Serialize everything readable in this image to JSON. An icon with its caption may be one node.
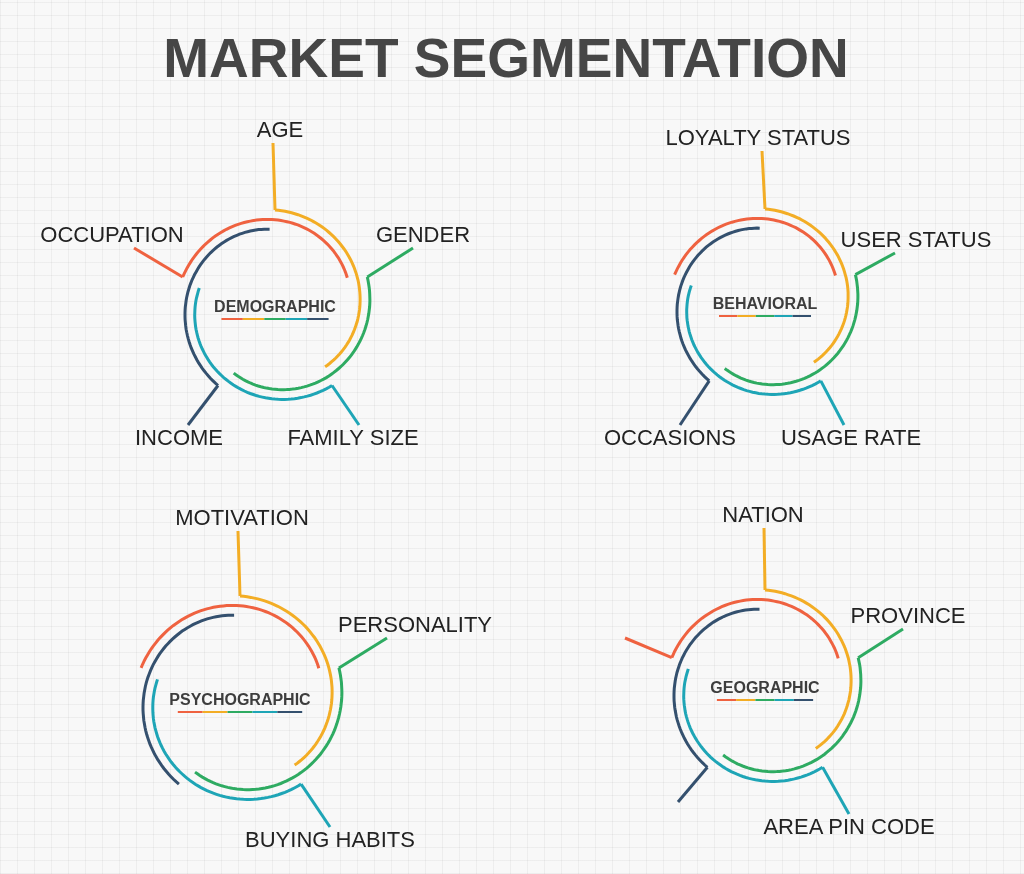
{
  "diagram": {
    "title": "MARKET SEGMENTATION",
    "nodes": [
      {
        "text": [
          "DEMOGRAPHIC"
        ]
      },
      {
        "text": [
          "AGE"
        ]
      },
      {
        "text": [
          "OCCUPATION"
        ]
      },
      {
        "text": [
          "GENDER"
        ]
      },
      {
        "text": [
          "INCOME"
        ]
      },
      {
        "text": [
          "FAMILY SIZE"
        ]
      },
      {
        "text": [
          "BEHAVIORAL"
        ]
      },
      {
        "text": [
          "LOYALTY STATUS"
        ]
      },
      {
        "text": [
          "USER STATUS"
        ]
      },
      {
        "text": [
          "OCCASIONS"
        ]
      },
      {
        "text": [
          "USAGE RATE"
        ]
      },
      {
        "text": [
          "PSYCHOGRAPHIC"
        ]
      },
      {
        "text": [
          "MOTIVATION"
        ]
      },
      {
        "text": [
          "PERSONALITY"
        ]
      },
      {
        "text": [
          "BUYING HABITS"
        ]
      },
      {
        "text": [
          "GEOGRAPHIC"
        ]
      },
      {
        "text": [
          "NATION"
        ]
      },
      {
        "text": [
          "PROVINCE"
        ]
      },
      {
        "text": [
          "AREA PIN CODE"
        ]
      }
    ],
    "edges": [
      {
        "from": 0,
        "to": 1,
        "arrow": "none",
        "color": "#f3ad25"
      },
      {
        "from": 0,
        "to": 2,
        "arrow": "none",
        "color": "#ef6240"
      },
      {
        "from": 0,
        "to": 3,
        "arrow": "none",
        "color": "#2eab62"
      },
      {
        "from": 0,
        "to": 4,
        "arrow": "none",
        "color": "#34506e"
      },
      {
        "from": 0,
        "to": 5,
        "arrow": "none",
        "color": "#1ea5b6"
      },
      {
        "from": 6,
        "to": 7,
        "arrow": "none",
        "color": "#f3ad25"
      },
      {
        "from": 6,
        "to": 8,
        "arrow": "none",
        "color": "#2eab62"
      },
      {
        "from": 6,
        "to": 9,
        "arrow": "none",
        "color": "#34506e"
      },
      {
        "from": 6,
        "to": 10,
        "arrow": "none",
        "color": "#1ea5b6"
      },
      {
        "from": 11,
        "to": 12,
        "arrow": "none",
        "color": "#f3ad25"
      },
      {
        "from": 11,
        "to": 13,
        "arrow": "none",
        "color": "#2eab62"
      },
      {
        "from": 11,
        "to": 14,
        "arrow": "none",
        "color": "#1ea5b6"
      },
      {
        "from": 15,
        "to": 16,
        "arrow": "none",
        "color": "#f3ad25"
      },
      {
        "from": 15,
        "to": null,
        "arrow": "none",
        "color": "#ef6240"
      },
      {
        "from": 15,
        "to": 17,
        "arrow": "none",
        "color": "#2eab62"
      },
      {
        "from": 15,
        "to": 18,
        "arrow": "none",
        "color": "#1ea5b6"
      },
      {
        "from": 15,
        "to": null,
        "arrow": "none",
        "color": "#34506e"
      }
    ]
  }
}
